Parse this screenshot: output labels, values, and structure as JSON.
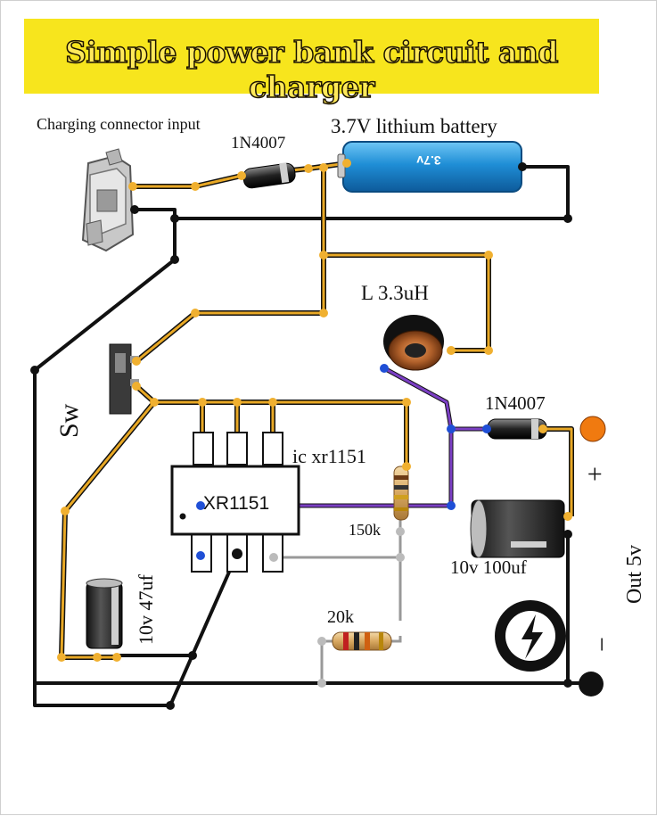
{
  "title": "Simple power bank circuit and charger",
  "labels": {
    "charging_input": "Charging connector input",
    "diode_top": "1N4007",
    "battery": "3.7V lithium battery",
    "battery_print": "3.7v",
    "inductor": "L 3.3uH",
    "diode_right": "1N4007",
    "ic": "ic xr1151",
    "ic_marking": "XR1151",
    "r150k": "150k",
    "r20k": "20k",
    "switch": "Sw",
    "cap_left": "10v 47uf",
    "cap_right": "10v 100uf",
    "plus": "+",
    "minus": "−",
    "output": "Out 5v"
  },
  "colors": {
    "banner": "#f7e51d",
    "wire_black": "#111111",
    "wire_yellow": "#e8a825",
    "wire_purple": "#6a2fa8",
    "wire_gray": "#9a9a9a",
    "node_blue": "#1f4fd6",
    "output_plus": "#f07a10",
    "battery_blue": "#1f8ed6"
  }
}
